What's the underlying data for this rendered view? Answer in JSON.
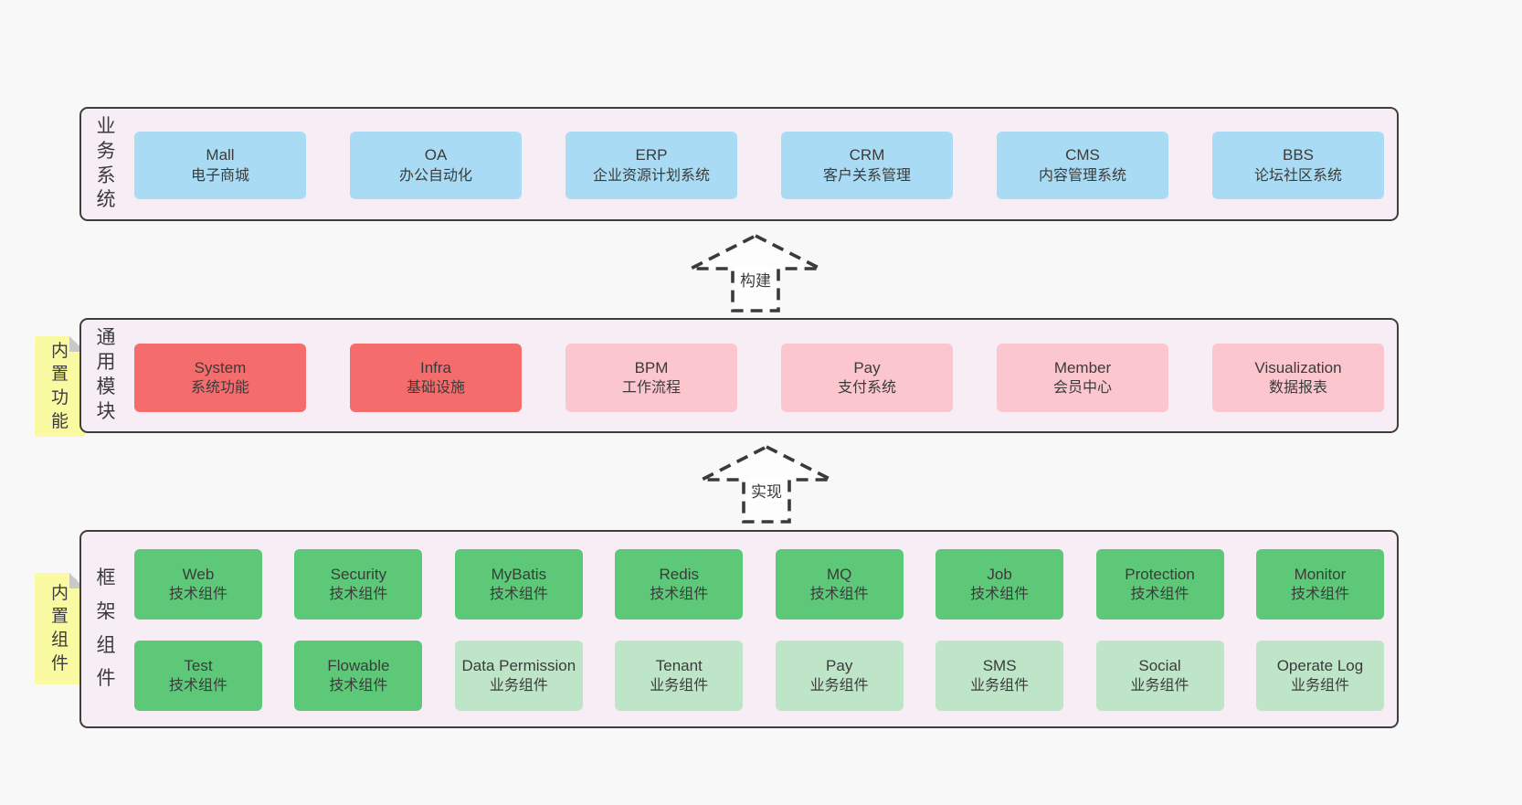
{
  "colors": {
    "page_bg": "#f8f8f8",
    "container_bg": "#f7edf5",
    "container_border": "#3e3e3e",
    "blue": "#a9dcf4",
    "red": "#f56c6c",
    "pink": "#fbc6ce",
    "green": "#5dc878",
    "light_green": "#bfe5c8",
    "sticky_yellow": "#fafaa2",
    "sticky_fold": "#c9c9c9",
    "text": "#3b3b3b",
    "arrow_stroke": "#3a3a3a"
  },
  "layer_business": {
    "label": "业务系统",
    "boxes": [
      {
        "title": "Mall",
        "subtitle": "电子商城",
        "variant": "blue"
      },
      {
        "title": "OA",
        "subtitle": "办公自动化",
        "variant": "blue"
      },
      {
        "title": "ERP",
        "subtitle": "企业资源计划系统",
        "variant": "blue"
      },
      {
        "title": "CRM",
        "subtitle": "客户关系管理",
        "variant": "blue"
      },
      {
        "title": "CMS",
        "subtitle": "内容管理系统",
        "variant": "blue"
      },
      {
        "title": "BBS",
        "subtitle": "论坛社区系统",
        "variant": "blue"
      }
    ]
  },
  "arrow_build": {
    "label": "构建"
  },
  "layer_modules": {
    "label": "通用模块",
    "sticky": "内置功能",
    "boxes": [
      {
        "title": "System",
        "subtitle": "系统功能",
        "variant": "red"
      },
      {
        "title": "Infra",
        "subtitle": "基础设施",
        "variant": "red"
      },
      {
        "title": "BPM",
        "subtitle": "工作流程",
        "variant": "pink"
      },
      {
        "title": "Pay",
        "subtitle": "支付系统",
        "variant": "pink"
      },
      {
        "title": "Member",
        "subtitle": "会员中心",
        "variant": "pink"
      },
      {
        "title": "Visualization",
        "subtitle": "数据报表",
        "variant": "pink"
      }
    ]
  },
  "arrow_implement": {
    "label": "实现"
  },
  "layer_framework": {
    "label": "框架组件",
    "sticky": "内置组件",
    "row1": [
      {
        "title": "Web",
        "subtitle": "技术组件",
        "variant": "green"
      },
      {
        "title": "Security",
        "subtitle": "技术组件",
        "variant": "green"
      },
      {
        "title": "MyBatis",
        "subtitle": "技术组件",
        "variant": "green"
      },
      {
        "title": "Redis",
        "subtitle": "技术组件",
        "variant": "green"
      },
      {
        "title": "MQ",
        "subtitle": "技术组件",
        "variant": "green"
      },
      {
        "title": "Job",
        "subtitle": "技术组件",
        "variant": "green"
      },
      {
        "title": "Protection",
        "subtitle": "技术组件",
        "variant": "green"
      },
      {
        "title": "Monitor",
        "subtitle": "技术组件",
        "variant": "green"
      }
    ],
    "row2": [
      {
        "title": "Test",
        "subtitle": "技术组件",
        "variant": "green"
      },
      {
        "title": "Flowable",
        "subtitle": "技术组件",
        "variant": "green"
      },
      {
        "title": "Data Permission",
        "subtitle": "业务组件",
        "variant": "lightgreen"
      },
      {
        "title": "Tenant",
        "subtitle": "业务组件",
        "variant": "lightgreen"
      },
      {
        "title": "Pay",
        "subtitle": "业务组件",
        "variant": "lightgreen"
      },
      {
        "title": "SMS",
        "subtitle": "业务组件",
        "variant": "lightgreen"
      },
      {
        "title": "Social",
        "subtitle": "业务组件",
        "variant": "lightgreen"
      },
      {
        "title": "Operate Log",
        "subtitle": "业务组件",
        "variant": "lightgreen"
      }
    ]
  }
}
